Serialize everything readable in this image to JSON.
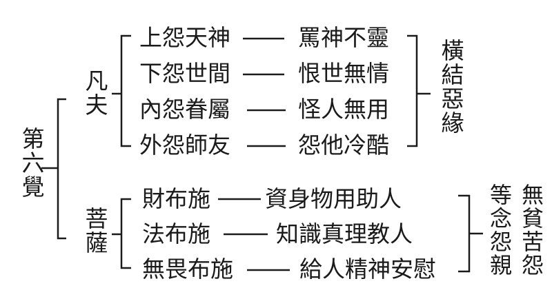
{
  "diagram": {
    "root": "第六覺",
    "branches": [
      {
        "label": "凡夫",
        "rows": [
          {
            "left": "上怨天神",
            "right": "罵神不靈"
          },
          {
            "left": "下怨世間",
            "right": "恨世無情"
          },
          {
            "left": "內怨眷屬",
            "right": "怪人無用"
          },
          {
            "left": "外怨師友",
            "right": "怨他冷酷"
          }
        ],
        "result": "橫結惡緣"
      },
      {
        "label": "菩薩",
        "rows": [
          {
            "left": "財布施",
            "right": "資身物用助人"
          },
          {
            "left": "法布施",
            "right": "知識真理教人"
          },
          {
            "left": "無畏布施",
            "right": "給人精神安慰"
          }
        ],
        "result_columns": [
          "等念怨親",
          "無貧苦怨"
        ]
      }
    ]
  }
}
